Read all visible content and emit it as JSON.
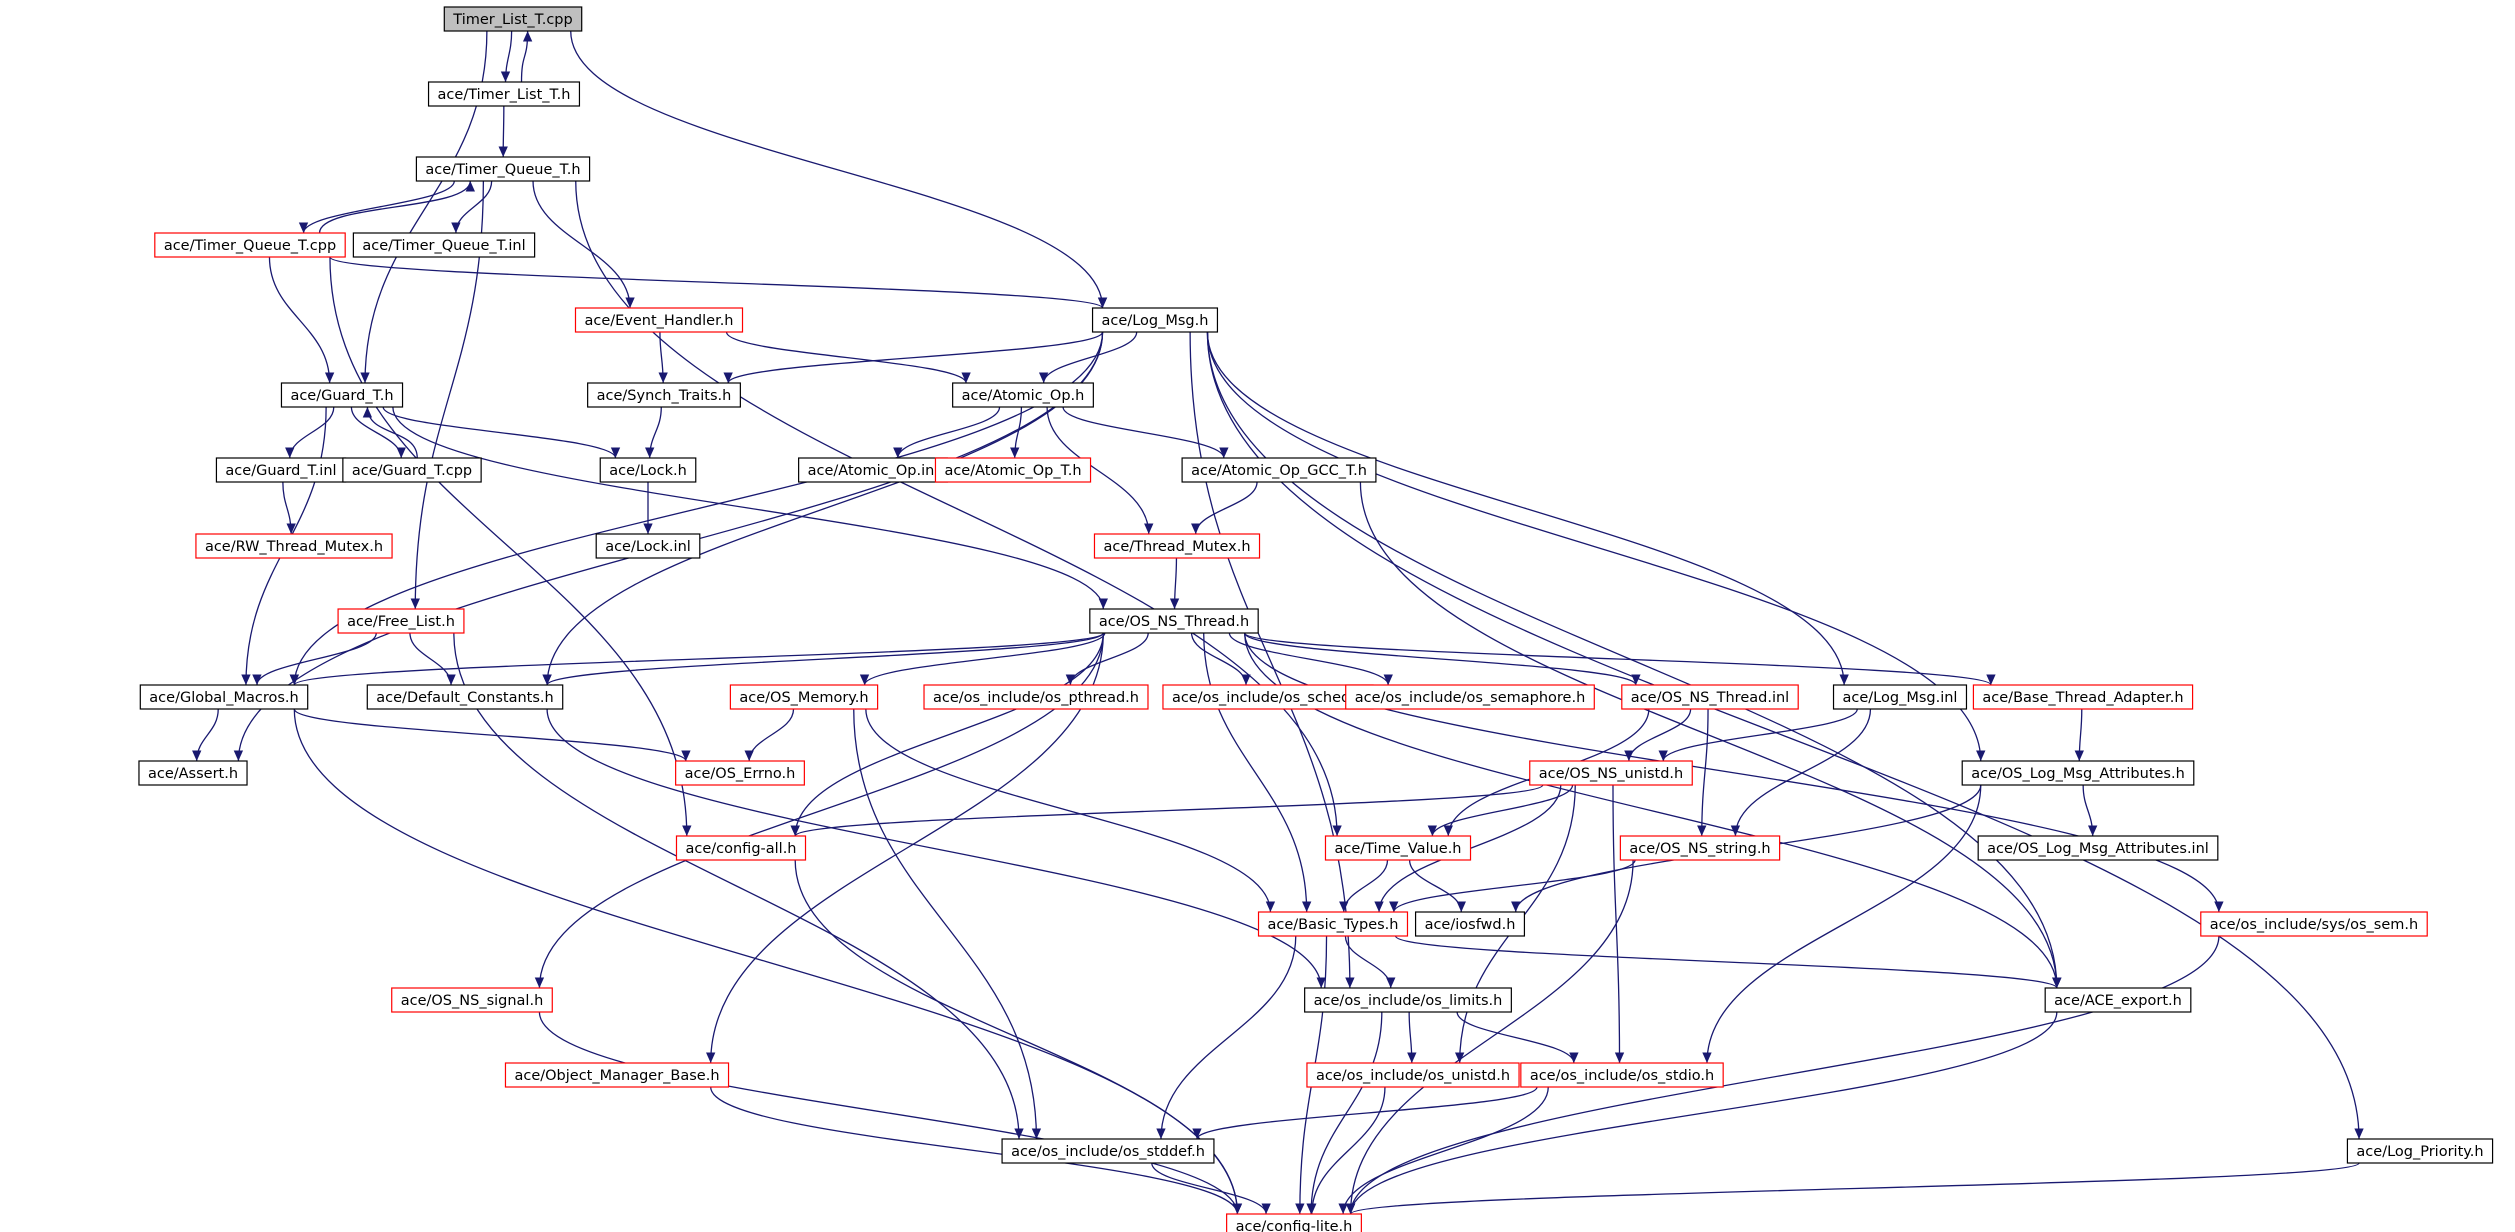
{
  "graph": {
    "colors": {
      "edge": "#191970",
      "node_border": "#000000",
      "missing_border": "#ff0000",
      "root_fill": "#bfbfbf",
      "node_fill": "#ffffff"
    },
    "nodes": [
      {
        "id": "timer_list_t_cpp",
        "label": "Timer_List_T.cpp",
        "style": "root"
      },
      {
        "id": "timer_list_t_h",
        "label": "ace/Timer_List_T.h",
        "style": "normal"
      },
      {
        "id": "timer_queue_t_h",
        "label": "ace/Timer_Queue_T.h",
        "style": "normal"
      },
      {
        "id": "timer_queue_t_cpp",
        "label": "ace/Timer_Queue_T.cpp",
        "style": "missing"
      },
      {
        "id": "timer_queue_t_inl",
        "label": "ace/Timer_Queue_T.inl",
        "style": "normal"
      },
      {
        "id": "event_handler_h",
        "label": "ace/Event_Handler.h",
        "style": "missing"
      },
      {
        "id": "log_msg_h",
        "label": "ace/Log_Msg.h",
        "style": "normal"
      },
      {
        "id": "guard_t_h",
        "label": "ace/Guard_T.h",
        "style": "normal"
      },
      {
        "id": "synch_traits_h",
        "label": "ace/Synch_Traits.h",
        "style": "normal"
      },
      {
        "id": "atomic_op_h",
        "label": "ace/Atomic_Op.h",
        "style": "normal"
      },
      {
        "id": "guard_t_inl",
        "label": "ace/Guard_T.inl",
        "style": "normal"
      },
      {
        "id": "guard_t_cpp",
        "label": "ace/Guard_T.cpp",
        "style": "normal"
      },
      {
        "id": "lock_h",
        "label": "ace/Lock.h",
        "style": "normal"
      },
      {
        "id": "atomic_op_inl",
        "label": "ace/Atomic_Op.inl",
        "style": "normal"
      },
      {
        "id": "atomic_op_t_h",
        "label": "ace/Atomic_Op_T.h",
        "style": "missing"
      },
      {
        "id": "atomic_op_gcc_t_h",
        "label": "ace/Atomic_Op_GCC_T.h",
        "style": "normal"
      },
      {
        "id": "rw_thread_mutex_h",
        "label": "ace/RW_Thread_Mutex.h",
        "style": "missing"
      },
      {
        "id": "lock_inl",
        "label": "ace/Lock.inl",
        "style": "normal"
      },
      {
        "id": "thread_mutex_h",
        "label": "ace/Thread_Mutex.h",
        "style": "missing"
      },
      {
        "id": "free_list_h",
        "label": "ace/Free_List.h",
        "style": "missing"
      },
      {
        "id": "os_ns_thread_h",
        "label": "ace/OS_NS_Thread.h",
        "style": "normal"
      },
      {
        "id": "global_macros_h",
        "label": "ace/Global_Macros.h",
        "style": "normal"
      },
      {
        "id": "default_constants_h",
        "label": "ace/Default_Constants.h",
        "style": "normal"
      },
      {
        "id": "os_memory_h",
        "label": "ace/OS_Memory.h",
        "style": "missing"
      },
      {
        "id": "os_pthread_h",
        "label": "ace/os_include/os_pthread.h",
        "style": "missing"
      },
      {
        "id": "os_sched_h",
        "label": "ace/os_include/os_sched.h",
        "style": "missing"
      },
      {
        "id": "os_semaphore_h",
        "label": "ace/os_include/os_semaphore.h",
        "style": "missing"
      },
      {
        "id": "os_ns_thread_inl",
        "label": "ace/OS_NS_Thread.inl",
        "style": "missing"
      },
      {
        "id": "log_msg_inl",
        "label": "ace/Log_Msg.inl",
        "style": "normal"
      },
      {
        "id": "base_thread_adapter_h",
        "label": "ace/Base_Thread_Adapter.h",
        "style": "missing"
      },
      {
        "id": "assert_h",
        "label": "ace/Assert.h",
        "style": "normal"
      },
      {
        "id": "os_errno_h",
        "label": "ace/OS_Errno.h",
        "style": "missing"
      },
      {
        "id": "os_ns_unistd_h",
        "label": "ace/OS_NS_unistd.h",
        "style": "missing"
      },
      {
        "id": "os_log_msg_attributes_h",
        "label": "ace/OS_Log_Msg_Attributes.h",
        "style": "normal"
      },
      {
        "id": "config_all_h",
        "label": "ace/config-all.h",
        "style": "missing"
      },
      {
        "id": "time_value_h",
        "label": "ace/Time_Value.h",
        "style": "missing"
      },
      {
        "id": "os_ns_string_h",
        "label": "ace/OS_NS_string.h",
        "style": "missing"
      },
      {
        "id": "os_log_msg_attributes_inl",
        "label": "ace/OS_Log_Msg_Attributes.inl",
        "style": "normal"
      },
      {
        "id": "basic_types_h",
        "label": "ace/Basic_Types.h",
        "style": "missing"
      },
      {
        "id": "iosfwd_h",
        "label": "ace/iosfwd.h",
        "style": "normal"
      },
      {
        "id": "os_sys_sem_h",
        "label": "ace/os_include/sys/os_sem.h",
        "style": "missing"
      },
      {
        "id": "os_ns_signal_h",
        "label": "ace/OS_NS_signal.h",
        "style": "missing"
      },
      {
        "id": "os_limits_h",
        "label": "ace/os_include/os_limits.h",
        "style": "normal"
      },
      {
        "id": "ace_export_h",
        "label": "ace/ACE_export.h",
        "style": "normal"
      },
      {
        "id": "object_manager_base_h",
        "label": "ace/Object_Manager_Base.h",
        "style": "missing"
      },
      {
        "id": "os_unistd_h",
        "label": "ace/os_include/os_unistd.h",
        "style": "missing"
      },
      {
        "id": "os_stdio_h",
        "label": "ace/os_include/os_stdio.h",
        "style": "missing"
      },
      {
        "id": "os_stddef_h",
        "label": "ace/os_include/os_stddef.h",
        "style": "normal"
      },
      {
        "id": "log_priority_h",
        "label": "ace/Log_Priority.h",
        "style": "normal"
      },
      {
        "id": "config_lite_h",
        "label": "ace/config-lite.h",
        "style": "missing"
      }
    ],
    "edges": [
      [
        "timer_list_t_cpp",
        "timer_list_t_h"
      ],
      [
        "timer_list_t_h",
        "timer_list_t_cpp"
      ],
      [
        "timer_list_t_cpp",
        "guard_t_h"
      ],
      [
        "timer_list_t_cpp",
        "log_msg_h"
      ],
      [
        "timer_list_t_h",
        "timer_queue_t_h"
      ],
      [
        "timer_queue_t_h",
        "timer_queue_t_cpp"
      ],
      [
        "timer_queue_t_cpp",
        "timer_queue_t_h"
      ],
      [
        "timer_queue_t_h",
        "timer_queue_t_inl"
      ],
      [
        "timer_queue_t_h",
        "event_handler_h"
      ],
      [
        "timer_queue_t_h",
        "free_list_h"
      ],
      [
        "timer_queue_t_h",
        "time_value_h"
      ],
      [
        "timer_queue_t_cpp",
        "guard_t_h"
      ],
      [
        "timer_queue_t_cpp",
        "log_msg_h"
      ],
      [
        "timer_queue_t_cpp",
        "config_all_h"
      ],
      [
        "event_handler_h",
        "synch_traits_h"
      ],
      [
        "event_handler_h",
        "atomic_op_h"
      ],
      [
        "log_msg_h",
        "synch_traits_h"
      ],
      [
        "log_msg_h",
        "atomic_op_h"
      ],
      [
        "log_msg_h",
        "global_macros_h"
      ],
      [
        "log_msg_h",
        "default_constants_h"
      ],
      [
        "log_msg_h",
        "assert_h"
      ],
      [
        "log_msg_h",
        "log_msg_inl"
      ],
      [
        "log_msg_h",
        "os_log_msg_attributes_h"
      ],
      [
        "log_msg_h",
        "log_priority_h"
      ],
      [
        "log_msg_h",
        "ace_export_h"
      ],
      [
        "log_msg_h",
        "os_limits_h"
      ],
      [
        "guard_t_h",
        "guard_t_inl"
      ],
      [
        "guard_t_h",
        "guard_t_cpp"
      ],
      [
        "guard_t_cpp",
        "guard_t_h"
      ],
      [
        "guard_t_h",
        "lock_h"
      ],
      [
        "guard_t_h",
        "global_macros_h"
      ],
      [
        "guard_t_h",
        "os_ns_thread_h"
      ],
      [
        "synch_traits_h",
        "lock_h"
      ],
      [
        "lock_h",
        "lock_inl"
      ],
      [
        "atomic_op_h",
        "atomic_op_inl"
      ],
      [
        "atomic_op_h",
        "atomic_op_t_h"
      ],
      [
        "atomic_op_h",
        "atomic_op_gcc_t_h"
      ],
      [
        "atomic_op_h",
        "thread_mutex_h"
      ],
      [
        "atomic_op_gcc_t_h",
        "thread_mutex_h"
      ],
      [
        "atomic_op_gcc_t_h",
        "ace_export_h"
      ],
      [
        "guard_t_inl",
        "rw_thread_mutex_h"
      ],
      [
        "thread_mutex_h",
        "os_ns_thread_h"
      ],
      [
        "free_list_h",
        "global_macros_h"
      ],
      [
        "free_list_h",
        "default_constants_h"
      ],
      [
        "free_list_h",
        "os_stddef_h"
      ],
      [
        "os_ns_thread_h",
        "global_macros_h"
      ],
      [
        "os_ns_thread_h",
        "default_constants_h"
      ],
      [
        "os_ns_thread_h",
        "os_memory_h"
      ],
      [
        "os_ns_thread_h",
        "os_pthread_h"
      ],
      [
        "os_ns_thread_h",
        "os_sched_h"
      ],
      [
        "os_ns_thread_h",
        "os_semaphore_h"
      ],
      [
        "os_ns_thread_h",
        "os_ns_thread_inl"
      ],
      [
        "os_ns_thread_h",
        "base_thread_adapter_h"
      ],
      [
        "os_ns_thread_h",
        "config_all_h"
      ],
      [
        "os_ns_thread_h",
        "basic_types_h"
      ],
      [
        "os_ns_thread_h",
        "os_sys_sem_h"
      ],
      [
        "os_ns_thread_h",
        "os_ns_signal_h"
      ],
      [
        "os_ns_thread_h",
        "object_manager_base_h"
      ],
      [
        "os_ns_thread_h",
        "ace_export_h"
      ],
      [
        "global_macros_h",
        "assert_h"
      ],
      [
        "global_macros_h",
        "os_errno_h"
      ],
      [
        "global_macros_h",
        "config_lite_h"
      ],
      [
        "default_constants_h",
        "os_limits_h"
      ],
      [
        "os_memory_h",
        "os_errno_h"
      ],
      [
        "os_memory_h",
        "basic_types_h"
      ],
      [
        "os_memory_h",
        "os_stddef_h"
      ],
      [
        "os_ns_thread_inl",
        "os_ns_unistd_h"
      ],
      [
        "os_ns_thread_inl",
        "os_ns_string_h"
      ],
      [
        "os_ns_thread_inl",
        "time_value_h"
      ],
      [
        "log_msg_inl",
        "os_ns_unistd_h"
      ],
      [
        "log_msg_inl",
        "os_ns_string_h"
      ],
      [
        "base_thread_adapter_h",
        "os_log_msg_attributes_h"
      ],
      [
        "os_ns_unistd_h",
        "time_value_h"
      ],
      [
        "os_ns_unistd_h",
        "basic_types_h"
      ],
      [
        "os_ns_unistd_h",
        "config_all_h"
      ],
      [
        "os_ns_unistd_h",
        "os_unistd_h"
      ],
      [
        "os_ns_unistd_h",
        "os_stdio_h"
      ],
      [
        "os_log_msg_attributes_h",
        "os_log_msg_attributes_inl"
      ],
      [
        "os_log_msg_attributes_h",
        "iosfwd_h"
      ],
      [
        "os_log_msg_attributes_h",
        "os_stdio_h"
      ],
      [
        "config_all_h",
        "config_lite_h"
      ],
      [
        "time_value_h",
        "basic_types_h"
      ],
      [
        "time_value_h",
        "iosfwd_h"
      ],
      [
        "os_ns_string_h",
        "basic_types_h"
      ],
      [
        "os_ns_string_h",
        "config_lite_h"
      ],
      [
        "basic_types_h",
        "os_limits_h"
      ],
      [
        "basic_types_h",
        "os_stddef_h"
      ],
      [
        "basic_types_h",
        "ace_export_h"
      ],
      [
        "basic_types_h",
        "config_lite_h"
      ],
      [
        "os_sys_sem_h",
        "config_lite_h"
      ],
      [
        "os_ns_signal_h",
        "config_lite_h"
      ],
      [
        "os_limits_h",
        "os_unistd_h"
      ],
      [
        "os_limits_h",
        "os_stdio_h"
      ],
      [
        "os_limits_h",
        "config_lite_h"
      ],
      [
        "ace_export_h",
        "config_lite_h"
      ],
      [
        "object_manager_base_h",
        "config_lite_h"
      ],
      [
        "os_unistd_h",
        "config_lite_h"
      ],
      [
        "os_stdio_h",
        "os_stddef_h"
      ],
      [
        "os_stdio_h",
        "config_lite_h"
      ],
      [
        "os_stddef_h",
        "config_lite_h"
      ],
      [
        "log_priority_h",
        "config_lite_h"
      ]
    ]
  }
}
